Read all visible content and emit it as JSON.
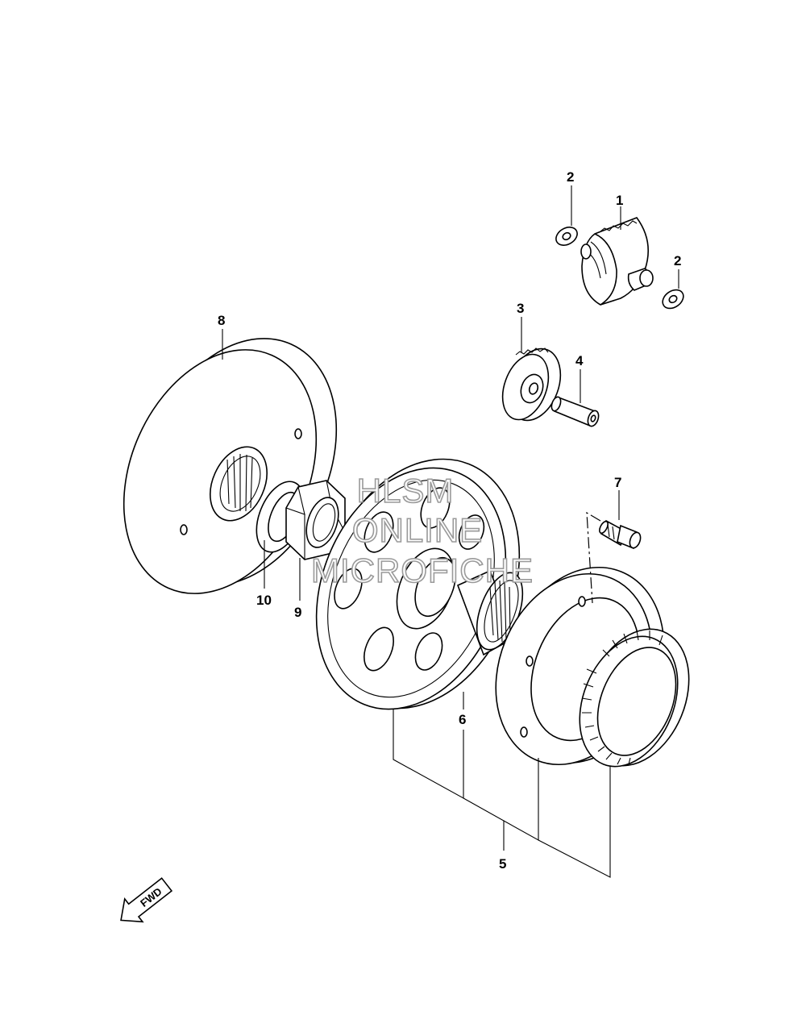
{
  "diagram": {
    "callouts": [
      {
        "id": "c1",
        "label": "1"
      },
      {
        "id": "c2a",
        "label": "2"
      },
      {
        "id": "c2b",
        "label": "2"
      },
      {
        "id": "c3",
        "label": "3"
      },
      {
        "id": "c4",
        "label": "4"
      },
      {
        "id": "c5",
        "label": "5"
      },
      {
        "id": "c6",
        "label": "6"
      },
      {
        "id": "c7",
        "label": "7"
      },
      {
        "id": "c8",
        "label": "8"
      },
      {
        "id": "c9",
        "label": "9"
      },
      {
        "id": "c10",
        "label": "10"
      }
    ],
    "fwd_label": "FWD",
    "watermark": [
      "HLSM",
      "ONLINE",
      "MICROFICHE"
    ]
  }
}
